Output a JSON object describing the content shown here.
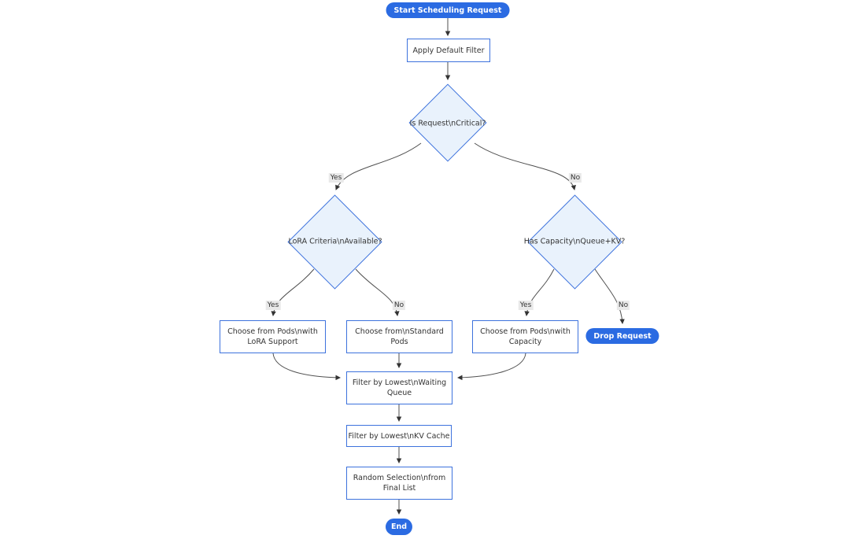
{
  "diagram": {
    "type": "flowchart",
    "direction": "top-down",
    "colors": {
      "stadium_fill": "#2b6be2",
      "stadium_text": "#ffffff",
      "node_border": "#3d72dd",
      "process_fill": "#ffffff",
      "decision_fill": "#e9f2fc",
      "edge_stroke": "#4f4f4f",
      "edge_label_bg": "#e9e9e9",
      "text": "#333333",
      "background": "#ffffff"
    },
    "nodes": {
      "start": {
        "type": "stadium",
        "lines": [
          "Start Scheduling Request"
        ]
      },
      "apply_default_filter": {
        "type": "process",
        "lines": [
          "Apply Default Filter"
        ]
      },
      "is_request_critical": {
        "type": "decision",
        "lines": [
          "Is Request\\nCritical?"
        ]
      },
      "lora_criteria_available": {
        "type": "decision",
        "lines": [
          "LoRA Criteria\\nAvailable?"
        ]
      },
      "has_capacity_queue_kv": {
        "type": "decision",
        "lines": [
          "Has Capacity\\nQueue+KV?"
        ]
      },
      "choose_pods_lora": {
        "type": "process",
        "lines": [
          "Choose from Pods\\nwith",
          "LoRA Support"
        ]
      },
      "choose_standard_pods": {
        "type": "process",
        "lines": [
          "Choose from\\nStandard",
          "Pods"
        ]
      },
      "choose_pods_capacity": {
        "type": "process",
        "lines": [
          "Choose from Pods\\nwith",
          "Capacity"
        ]
      },
      "drop_request": {
        "type": "stadium",
        "lines": [
          "Drop Request"
        ]
      },
      "filter_lowest_waiting_queue": {
        "type": "process",
        "lines": [
          "Filter by Lowest\\nWaiting",
          "Queue"
        ]
      },
      "filter_lowest_kv_cache": {
        "type": "process",
        "lines": [
          "Filter by Lowest\\nKV Cache"
        ]
      },
      "random_selection_final_list": {
        "type": "process",
        "lines": [
          "Random Selection\\nfrom",
          "Final List"
        ]
      },
      "end": {
        "type": "stadium",
        "lines": [
          "End"
        ]
      }
    },
    "edge_labels": {
      "critical_yes": "Yes",
      "critical_no": "No",
      "lora_yes": "Yes",
      "lora_no": "No",
      "capacity_yes": "Yes",
      "capacity_no": "No"
    },
    "edges": [
      {
        "from": "start",
        "to": "apply_default_filter",
        "label": ""
      },
      {
        "from": "apply_default_filter",
        "to": "is_request_critical",
        "label": ""
      },
      {
        "from": "is_request_critical",
        "to": "lora_criteria_available",
        "label": "Yes"
      },
      {
        "from": "is_request_critical",
        "to": "has_capacity_queue_kv",
        "label": "No"
      },
      {
        "from": "lora_criteria_available",
        "to": "choose_pods_lora",
        "label": "Yes"
      },
      {
        "from": "lora_criteria_available",
        "to": "choose_standard_pods",
        "label": "No"
      },
      {
        "from": "has_capacity_queue_kv",
        "to": "choose_pods_capacity",
        "label": "Yes"
      },
      {
        "from": "has_capacity_queue_kv",
        "to": "drop_request",
        "label": "No"
      },
      {
        "from": "choose_pods_lora",
        "to": "filter_lowest_waiting_queue",
        "label": ""
      },
      {
        "from": "choose_standard_pods",
        "to": "filter_lowest_waiting_queue",
        "label": ""
      },
      {
        "from": "choose_pods_capacity",
        "to": "filter_lowest_waiting_queue",
        "label": ""
      },
      {
        "from": "filter_lowest_waiting_queue",
        "to": "filter_lowest_kv_cache",
        "label": ""
      },
      {
        "from": "filter_lowest_kv_cache",
        "to": "random_selection_final_list",
        "label": ""
      },
      {
        "from": "random_selection_final_list",
        "to": "end",
        "label": ""
      }
    ]
  }
}
